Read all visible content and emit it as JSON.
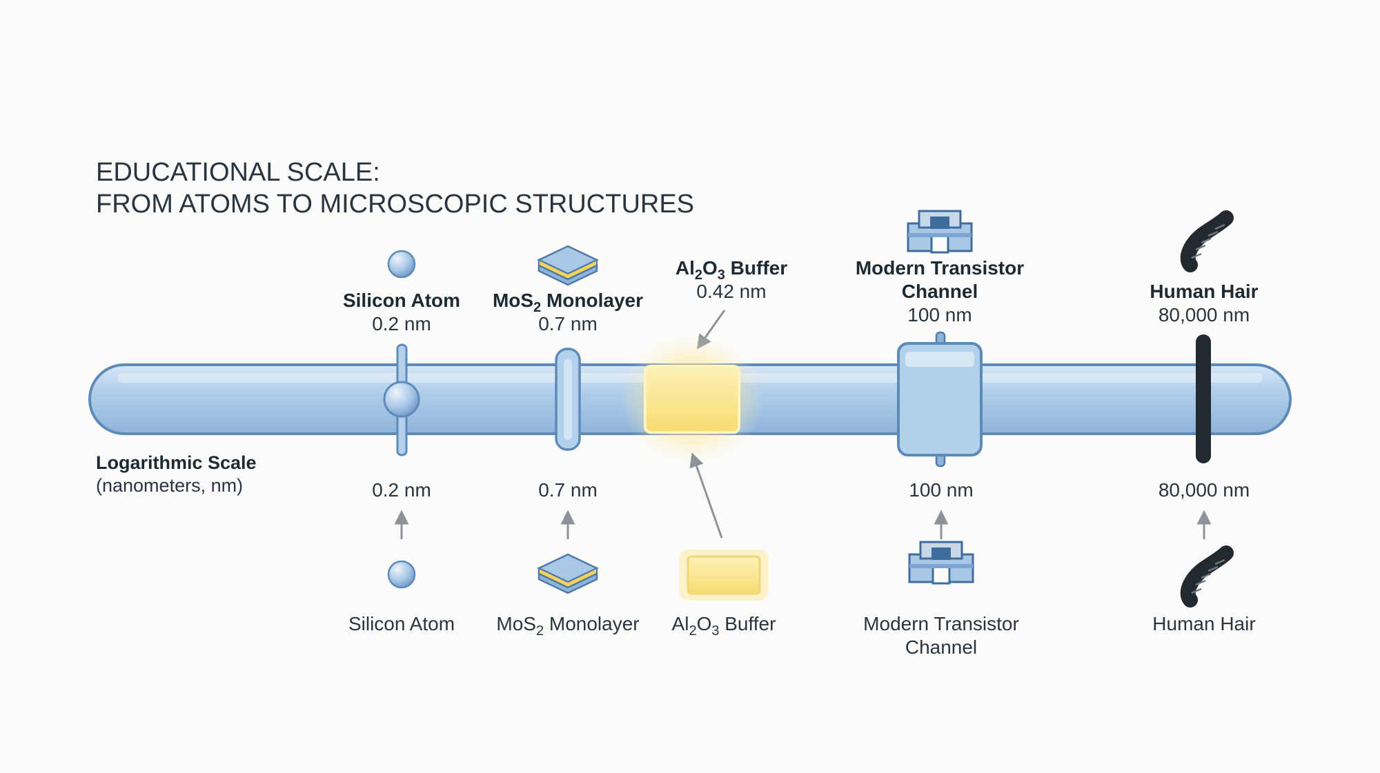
{
  "title": {
    "line1": "EDUCATIONAL SCALE:",
    "line2": "FROM ATOMS TO MICROSCOPIC STRUCTURES"
  },
  "scale_label": {
    "title": "Logarithmic Scale",
    "subtitle": "(nanometers, nm)"
  },
  "items": [
    {
      "id": "silicon-atom",
      "label": "Silicon Atom",
      "value": "0.2 nm",
      "icon": "sphere-icon"
    },
    {
      "id": "mos2",
      "label_main": "MoS",
      "label_sub": "2",
      "label_rest": " Monolayer",
      "value": "0.7 nm",
      "icon": "layered-stack-icon"
    },
    {
      "id": "al2o3",
      "label_a": "Al",
      "label_sub1": "2",
      "label_b": "O",
      "label_sub2": "3",
      "label_rest": " Buffer",
      "value": "0.42 nm",
      "icon": "glowing-rectangle-icon",
      "highlight_color": "#f6d45a"
    },
    {
      "id": "transistor",
      "label_line1": "Modern Transistor",
      "label_line2": "Channel",
      "value": "100 nm",
      "icon": "transistor-icon"
    },
    {
      "id": "human-hair",
      "label": "Human Hair",
      "value": "80,000 nm",
      "icon": "hair-strand-icon"
    }
  ],
  "colors": {
    "bar_fill": "#a9c8e6",
    "bar_stroke": "#5e8ab8",
    "highlight": "#f6d45a",
    "hair": "#22292f",
    "arrow": "#8d9399"
  }
}
